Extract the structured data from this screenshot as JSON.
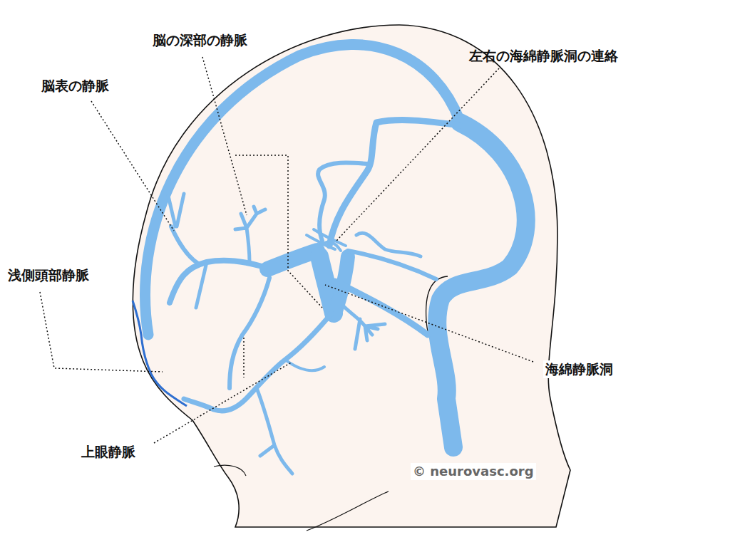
{
  "diagram": {
    "labels": [
      "脳の深部の静脈",
      "脳表の静脈",
      "左右の海綿静脈洞の連絡",
      "浅側頭部静脈",
      "海綿静脈洞",
      "上眼静脈",
      "© neurovasc.org"
    ]
  }
}
